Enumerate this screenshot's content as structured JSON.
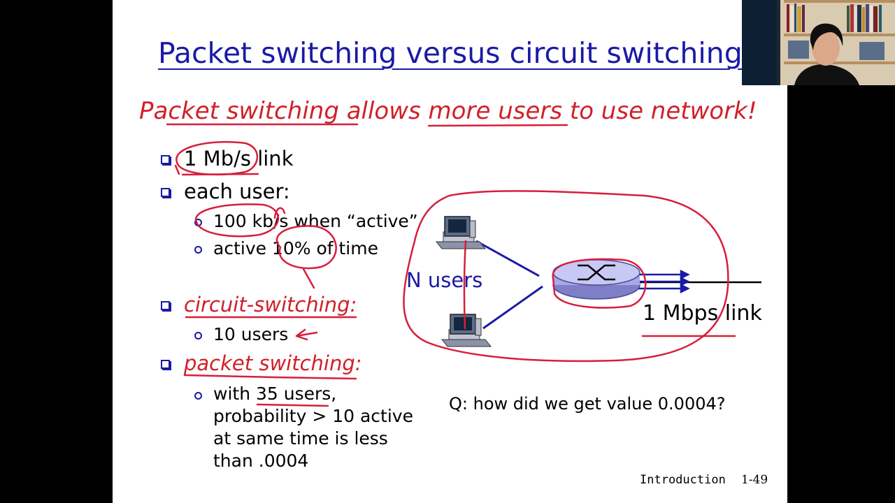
{
  "slide": {
    "title": "Packet switching versus circuit switching",
    "headline": "Packet switching allows more users to use network!",
    "bullets": {
      "link": "1 Mb/s link",
      "each_user": "each user:",
      "active_rate": "100 kb/s when “active”",
      "active_time": "active 10% of time",
      "circuit_switching": "circuit-switching:",
      "circuit_users": "10 users",
      "packet_switching": "packet switching:",
      "packet_line1": "with 35 users,",
      "packet_line2": "probability > 10 active",
      "packet_line3": "at same time is less",
      "packet_line4": "than .0004"
    },
    "diagram": {
      "n_users": "N users",
      "link_label": "1 Mbps link"
    },
    "question": "Q: how did we get value 0.0004?",
    "footer": {
      "section": "Introduction",
      "page": "1-49"
    }
  },
  "colors": {
    "title_blue": "#1a1aa6",
    "accent_red": "#d0202a",
    "ink_red": "#d81e3c"
  }
}
